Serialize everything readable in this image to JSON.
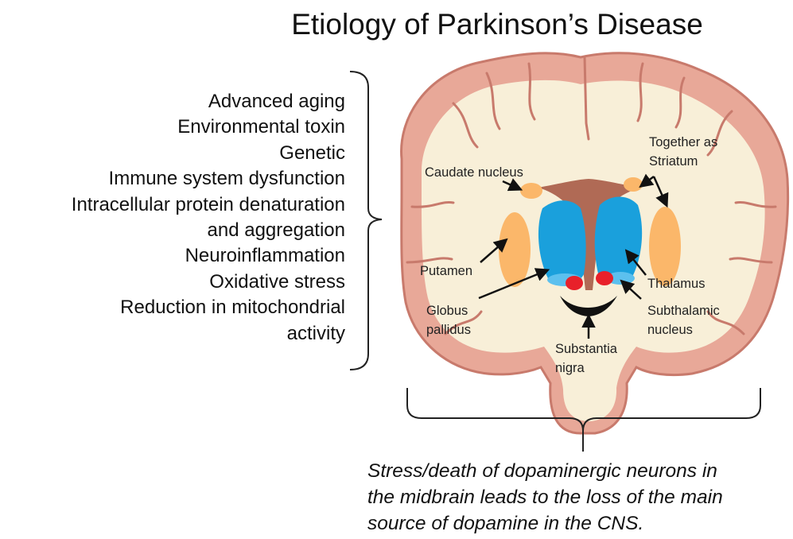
{
  "title": "Etiology of Parkinson’s Disease",
  "causes": [
    "Advanced aging",
    "Environmental toxin",
    "Genetic",
    "Immune system dysfunction",
    "Intracellular protein denaturation",
    "and aggregation",
    "Neuroinflammation",
    "Oxidative stress",
    "Reduction in mitochondrial",
    "activity"
  ],
  "labels": {
    "caudate": "Caudate nucleus",
    "together_1": "Together as",
    "together_2": "Striatum",
    "putamen": "Putamen",
    "thalamus": "Thalamus",
    "globus_1": "Globus",
    "globus_2": "pallidus",
    "subthalamic_1": "Subthalamic",
    "subthalamic_2": "nucleus",
    "nigra_1": "Substantia",
    "nigra_2": "nigra"
  },
  "caption": [
    "Stress/death of dopaminergic neurons in",
    "the midbrain leads to the loss of the main",
    "source of dopamine in the CNS."
  ],
  "colors": {
    "cortex": "#e8a898",
    "cortex_edge": "#c87a6c",
    "white_matter": "#f8efd8",
    "striatum": "#fbb76a",
    "thalamus": "#1aa0dc",
    "globus": "#5cc0ee",
    "subthalamic": "#e8202a",
    "nigra": "#111111",
    "ventricle": "#b06a55"
  }
}
